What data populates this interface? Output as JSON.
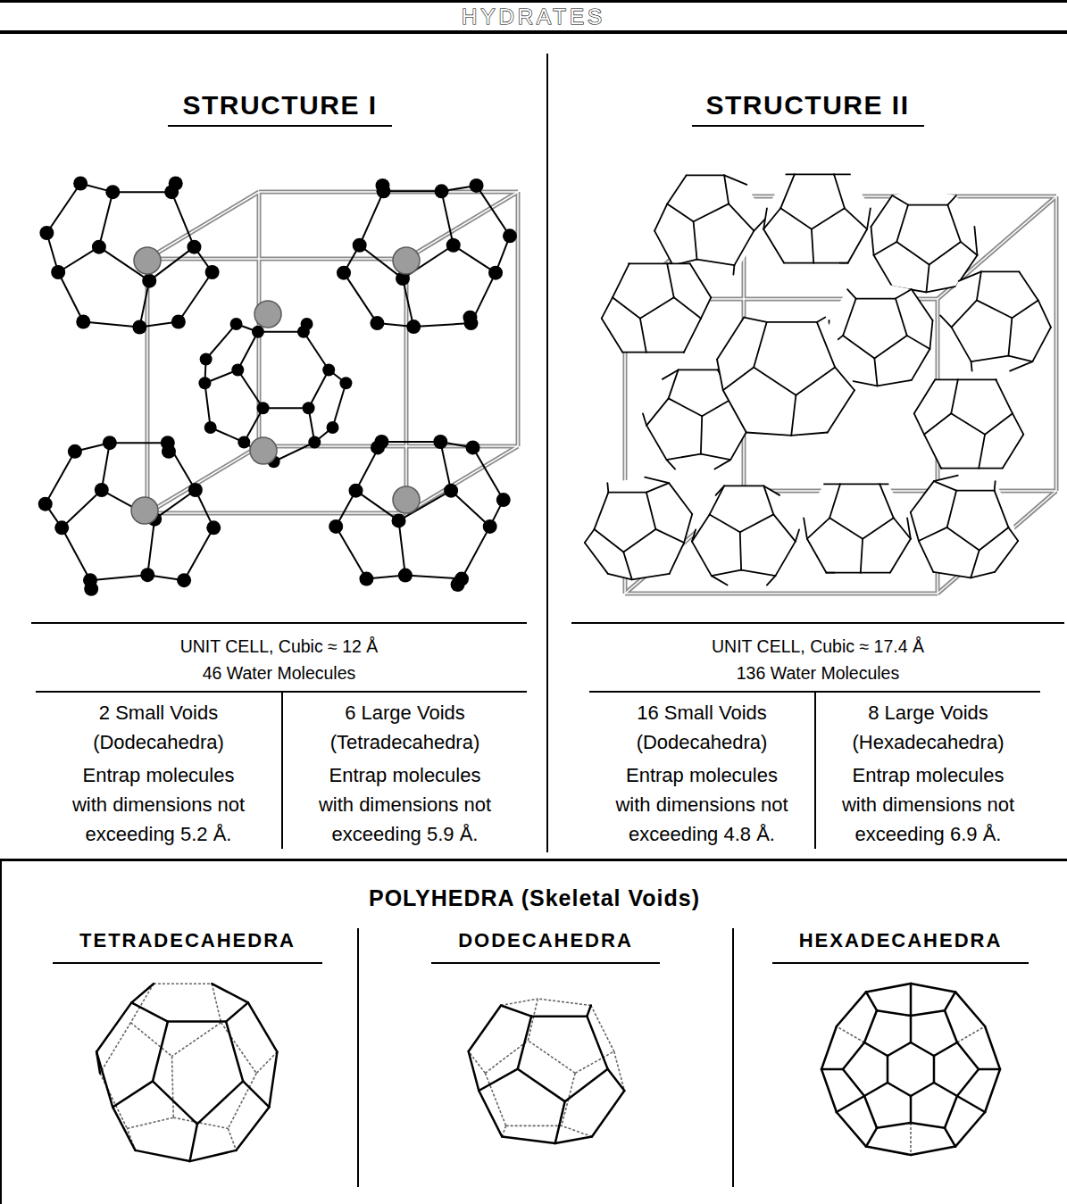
{
  "diagram": {
    "title": "HYDRATES",
    "nodes": [
      {
        "text": [
          "STRUCTURE I"
        ]
      },
      {
        "text": [
          "UNIT CELL, Cubic ≈ 12 Å",
          "46 Water Molecules"
        ],
        "in": 0
      },
      {
        "text": [
          "2 Small Voids (Dodecahedra)",
          "Entrap molecules with dimensions not exceeding 5.2 Å."
        ],
        "in": 1
      },
      {
        "text": [
          "6 Large Voids (Tetradecahedra)",
          "Entrap molecules with dimensions not exceeding 5.9 Å."
        ],
        "in": 1
      },
      {
        "text": [
          "STRUCTURE II"
        ]
      },
      {
        "text": [
          "UNIT CELL, Cubic ≈ 17.4 Å",
          "136 Water Molecules"
        ],
        "in": 4
      },
      {
        "text": [
          "16 Small Voids (Dodecahedra)",
          "Entrap molecules with dimensions not exceeding 4.8 Å."
        ],
        "in": 5
      },
      {
        "text": [
          "8 Large Voids (Hexadecahedra)",
          "Entrap molecules with dimensions not exceeding 6.9 Å."
        ],
        "in": 5
      },
      {
        "text": [
          "POLYHEDRA (Skeletal Voids)"
        ]
      },
      {
        "text": [
          "TETRADECAHEDRA"
        ],
        "in": 8
      },
      {
        "text": [
          "DODECAHEDRA"
        ],
        "in": 8
      },
      {
        "text": [
          "HEXADECAHEDRA"
        ],
        "in": 8
      }
    ]
  }
}
